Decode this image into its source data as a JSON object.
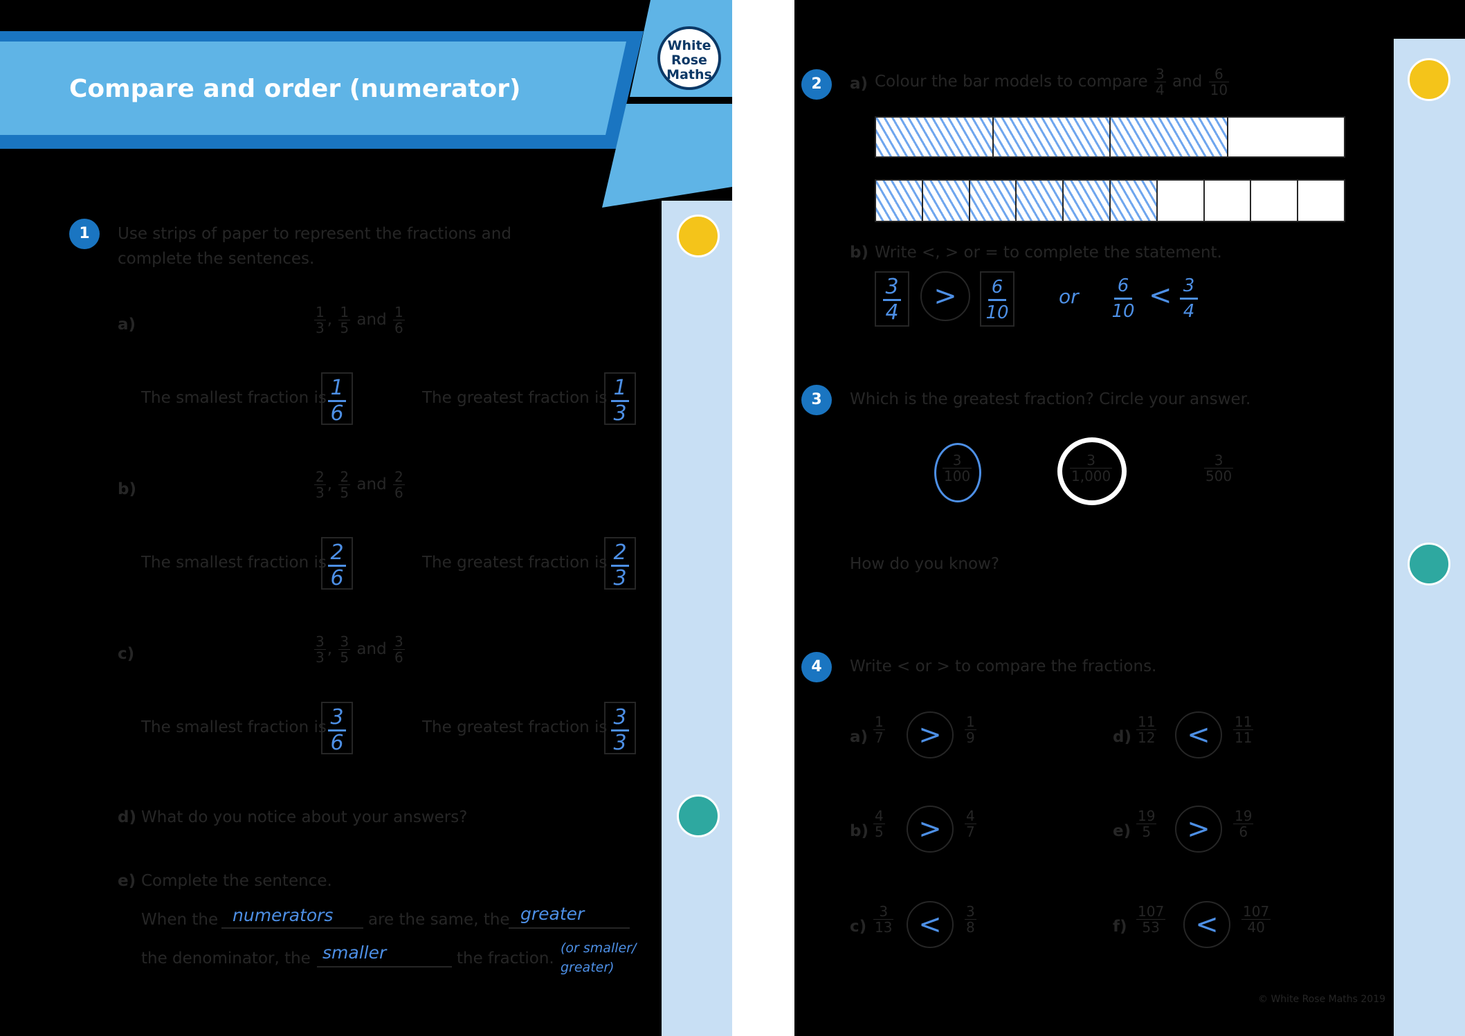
{
  "header": {
    "title": "Compare and order (numerator)",
    "logo": [
      "White",
      "Rose",
      "Maths"
    ]
  },
  "q1": {
    "number": "1",
    "text": "Use strips of paper to represent the fractions and complete the sentences.",
    "parts": [
      {
        "label": "a)",
        "fractions": [
          [
            "1",
            "3"
          ],
          [
            "1",
            "5"
          ],
          [
            "1",
            "6"
          ]
        ],
        "smallest_label": "The smallest fraction is",
        "greatest_label": "The greatest fraction is",
        "smallest": [
          "1",
          "6"
        ],
        "greatest": [
          "1",
          "3"
        ]
      },
      {
        "label": "b)",
        "fractions": [
          [
            "2",
            "3"
          ],
          [
            "2",
            "5"
          ],
          [
            "2",
            "6"
          ]
        ],
        "smallest_label": "The smallest fraction is",
        "greatest_label": "The greatest fraction is",
        "smallest": [
          "2",
          "6"
        ],
        "greatest": [
          "2",
          "3"
        ]
      },
      {
        "label": "c)",
        "fractions": [
          [
            "3",
            "3"
          ],
          [
            "3",
            "5"
          ],
          [
            "3",
            "6"
          ]
        ],
        "smallest_label": "The smallest fraction is",
        "greatest_label": "The greatest fraction is",
        "smallest": [
          "3",
          "6"
        ],
        "greatest": [
          "3",
          "3"
        ]
      }
    ],
    "and_word": "and",
    "d": {
      "label": "d)",
      "text": "What do you notice about your answers?"
    },
    "e": {
      "label": "e)",
      "text": "Complete the sentence.",
      "line1_a": "When the",
      "line1_ans1": "numerators",
      "line1_b": "are the same, the",
      "line1_ans2": "greater",
      "line2_a": "the denominator, the",
      "line2_ans": "smaller",
      "line2_b": "the fraction.",
      "note": "(or smaller/ greater)"
    }
  },
  "q2": {
    "number": "2",
    "a_label": "a)",
    "a_text": "Colour the bar models to compare",
    "frac1": [
      "3",
      "4"
    ],
    "and_word": "and",
    "frac2": [
      "6",
      "10"
    ],
    "bar1": {
      "parts": 4,
      "shaded": 3
    },
    "bar2": {
      "parts": 10,
      "shaded": 6
    },
    "b_label": "b)",
    "b_text": "Write <, > or = to complete the statement.",
    "answer_symbol": ">",
    "or_word": "or",
    "alt_symbol": "<"
  },
  "q3": {
    "number": "3",
    "text": "Which is the greatest fraction? Circle your answer.",
    "options": [
      [
        "3",
        "100"
      ],
      [
        "3",
        "1,000"
      ],
      [
        "3",
        "500"
      ]
    ],
    "how_text": "How do you know?"
  },
  "q4": {
    "number": "4",
    "text": "Write < or > to compare the fractions.",
    "items": [
      {
        "label": "a)",
        "left": [
          "1",
          "7"
        ],
        "symbol": ">",
        "right": [
          "1",
          "9"
        ]
      },
      {
        "label": "b)",
        "left": [
          "4",
          "5"
        ],
        "symbol": ">",
        "right": [
          "4",
          "7"
        ]
      },
      {
        "label": "c)",
        "left": [
          "3",
          "13"
        ],
        "symbol": "<",
        "right": [
          "3",
          "8"
        ]
      },
      {
        "label": "d)",
        "left": [
          "11",
          "12"
        ],
        "symbol": "<",
        "right": [
          "11",
          "11"
        ]
      },
      {
        "label": "e)",
        "left": [
          "19",
          "5"
        ],
        "symbol": ">",
        "right": [
          "19",
          "6"
        ]
      },
      {
        "label": "f)",
        "left": [
          "107",
          "53"
        ],
        "symbol": "<",
        "right": [
          "107",
          "40"
        ]
      }
    ]
  },
  "footer": {
    "copyright": "© White Rose Maths 2019"
  },
  "colors": {
    "banner_light": "#5fb4e6",
    "banner_dark": "#1a75c1",
    "sidebar": "#c8dff4",
    "handwriting": "#4d8fe5"
  }
}
